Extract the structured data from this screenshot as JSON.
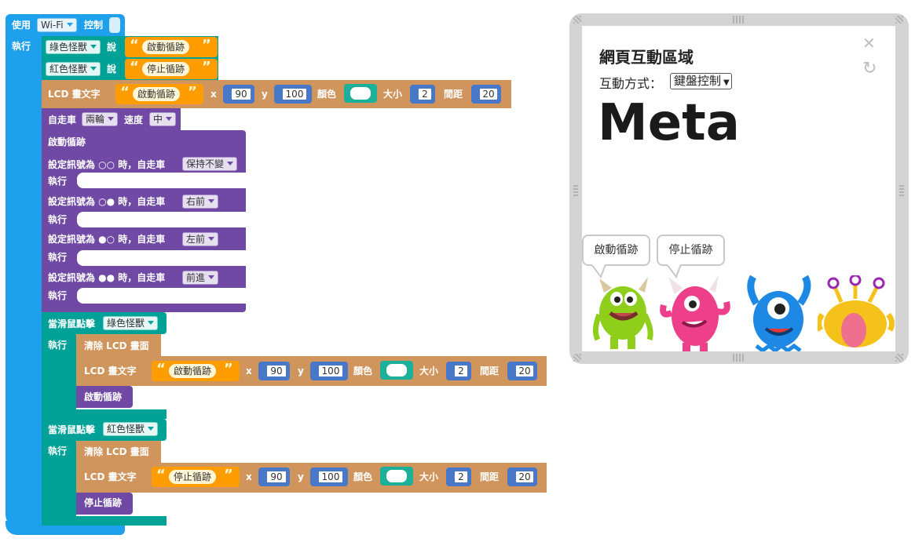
{
  "colors": {
    "wifi_blue": "#1fa0ec",
    "event_teal": "#00a297",
    "lcd_brown": "#d0955c",
    "car_purple": "#6f49a4",
    "string_orange": "#ff9d00",
    "number_blue": "#4a78c9",
    "color_teal": "#1cb09a",
    "panel_border": "#d4d4d4"
  },
  "main": {
    "use_label": "使用",
    "wifi_value": "Wi-Fi",
    "control_label": "控制",
    "exec_label": "執行"
  },
  "say_green": {
    "sprite": "綠色怪獸",
    "say": "說",
    "text": "啟動循跡"
  },
  "say_red": {
    "sprite": "紅色怪獸",
    "say": "說",
    "text": "停止循跡"
  },
  "lcd1": {
    "label": "LCD 畫文字",
    "text": "啟動循跡",
    "x_label": "x",
    "x": "90",
    "y_label": "y",
    "y": "100",
    "color_label": "顏色",
    "size_label": "大小",
    "size": "2",
    "spacing_label": "間距",
    "spacing": "20"
  },
  "car": {
    "label": "自走車",
    "wheels": "兩輪",
    "speed_label": "速度",
    "speed": "中"
  },
  "tracking": {
    "title": "啟動循跡",
    "rules": [
      {
        "label": "設定訊號為 ○○ 時，自走車",
        "action": "保持不變",
        "exec": "執行"
      },
      {
        "label": "設定訊號為 ○● 時，自走車",
        "action": "右前",
        "exec": "執行"
      },
      {
        "label": "設定訊號為 ●○ 時，自走車",
        "action": "左前",
        "exec": "執行"
      },
      {
        "label": "設定訊號為 ●● 時，自走車",
        "action": "前進",
        "exec": "執行"
      }
    ]
  },
  "event_green": {
    "label": "當滑鼠點擊",
    "sprite": "綠色怪獸",
    "exec": "執行",
    "clear": "清除 LCD 畫面",
    "lcd": {
      "label": "LCD 畫文字",
      "text": "啟動循跡",
      "x_label": "x",
      "x": "90",
      "y_label": "y",
      "y": "100",
      "color_label": "顏色",
      "size_label": "大小",
      "size": "2",
      "spacing_label": "間距",
      "spacing": "20"
    },
    "action": "啟動循跡"
  },
  "event_red": {
    "label": "當滑鼠點擊",
    "sprite": "紅色怪獸",
    "exec": "執行",
    "clear": "清除 LCD 畫面",
    "lcd": {
      "label": "LCD 畫文字",
      "text": "停止循跡",
      "x_label": "x",
      "x": "90",
      "y_label": "y",
      "y": "100",
      "color_label": "顏色",
      "size_label": "大小",
      "size": "2",
      "spacing_label": "間距",
      "spacing": "20"
    },
    "action": "停止循跡"
  },
  "panel": {
    "title": "網頁互動區域",
    "mode_label": "互動方式：",
    "mode_value": "鍵盤控制",
    "mode_options": [
      "鍵盤控制"
    ],
    "big_text": "Meta",
    "bubble_green": "啟動循跡",
    "bubble_red": "停止循跡",
    "close_icon": "close-icon",
    "refresh_icon": "refresh-icon"
  }
}
